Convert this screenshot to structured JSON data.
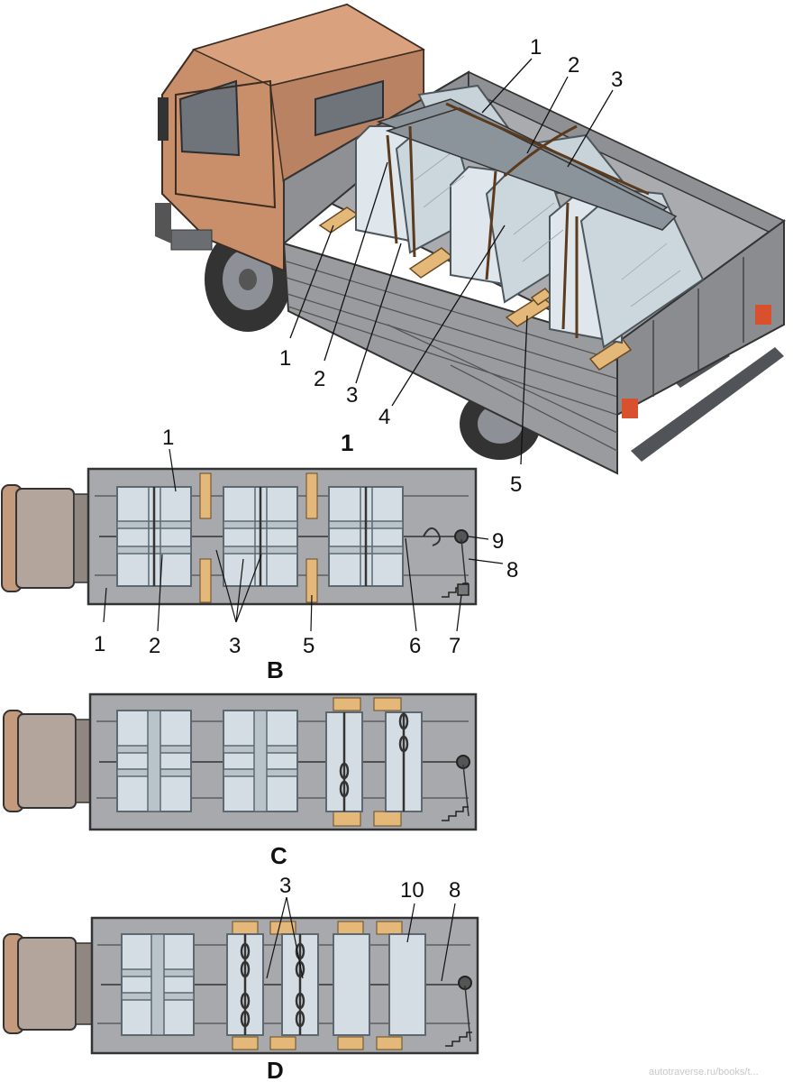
{
  "figure_number": "1",
  "panels": [
    {
      "id": "B",
      "caption": "B",
      "labels_top": [
        "1"
      ],
      "labels_bottom": [
        "1",
        "2",
        "3",
        "5",
        "6",
        "7"
      ],
      "labels_right": [
        "9",
        "8"
      ]
    },
    {
      "id": "C",
      "caption": "C"
    },
    {
      "id": "D",
      "caption": "D",
      "labels_top": [
        "3",
        "10",
        "8"
      ]
    }
  ],
  "truck_labels": {
    "top": [
      "1",
      "2",
      "3"
    ],
    "bottom": [
      "1",
      "2",
      "3",
      "4",
      "5"
    ]
  },
  "watermark": "autotraverse.ru/books/t...",
  "colors": {
    "cab": "#c98f6b",
    "cab_dark": "#8f6148",
    "body": "#9a9b9e",
    "body_dark": "#6f7073",
    "block": "#d4dde3",
    "block_edge": "#5d6870",
    "wood": "#e3b878",
    "steel": "#8c949b",
    "panel_bed": "#a7a9ac",
    "panel_cab": "#b3a59b"
  },
  "icons": [
    "truck-illustration",
    "chain-icon",
    "turnbuckle-icon",
    "ratchet-icon"
  ]
}
